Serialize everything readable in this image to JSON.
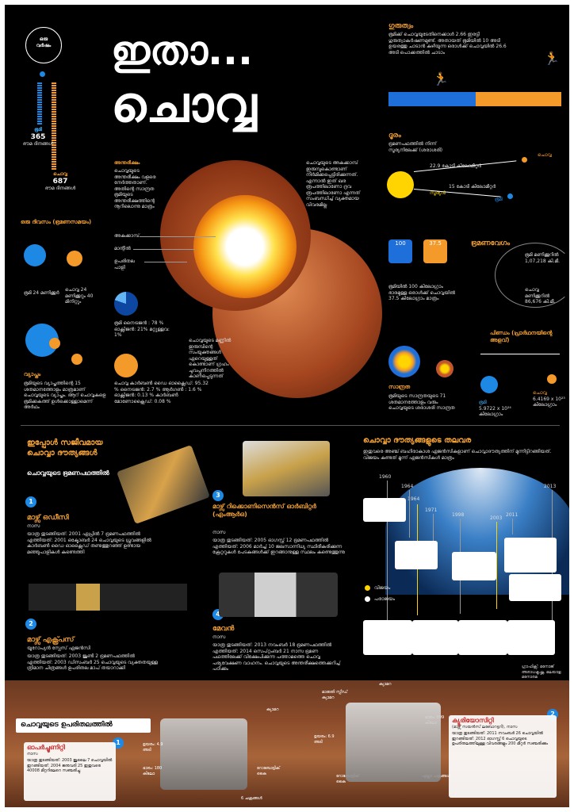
{
  "title": {
    "line1": "ഇതാ...",
    "line2": "ചൊവ്വ"
  },
  "orbit": {
    "one_year_label": "ഒരു വർഷം",
    "earth": {
      "name": "ഭൂമി",
      "days": "365",
      "unit": "ഭൗമ ദിനങ്ങൾ"
    },
    "mars": {
      "name": "ചൊവ്വ",
      "days": "687",
      "unit": "ഭൗമ ദിനങ്ങൾ"
    }
  },
  "day": {
    "heading": "ഒരു ദിവസം (ഭ്രമണസമയം)",
    "earth": "ഭൂമി 24 മണിക്കൂർ",
    "mars": "ചൊവ്വ 24 മണിക്കൂറും 40 മിനിറ്റും"
  },
  "composition": {
    "earth": "ഭൂമി നൈട്രജൻ : 78 % ഓക്സിജൻ: 21% മറ്റുള്ളവ: 1%",
    "mars": "ചൊവ്വ കാർബൺ ഡൈ ഓക്സൈഡ്: 95.32 % നൈട്രജൻ: 2.7 % ആർഗൺ : 1.6 % ഓക്സിജൻ: 0.13 % കാർബൺ മോണോക്സൈഡ്: 0.08 %"
  },
  "size": {
    "heading": "വ്യാപ്തം",
    "text": "ഭൂമിയുടെ വ്യാപ്തത്തിന്റെ 15 ശതമാനത്തോളം മാത്രമാണ് ചൊവ്വയുടെ വ്യാപ്തം. ആറ് ചൊവ്വകളെ ഭൂമിക്കകത്ത് ഉൾക്കൊള്ളാമെന്ന് അർഥം"
  },
  "structure": {
    "atmosphere_label": "അന്തരീക്ഷം",
    "atmosphere_text": "ചൊവ്വയുടെ അന്തരീക്ഷം വളരെ നേർത്തതാണ്. അതിന്റെ സാന്ദ്രത ഭൂമിയുടെ അന്തരീക്ഷത്തിന്റെ നൂറിലൊന്നു മാത്രം",
    "core_label": "അകക്കാമ്പ്",
    "mantle_label": "മാന്റിൽ",
    "crust_label": "ഉപരിതല പാളി",
    "core_text": "ചൊവ്വയുടെ അകക്കാമ്പ് ഇരുമ്പുകൊണ്ടാണ് നിർമിക്കപ്പെട്ടിരിക്കുന്നത്. എന്നാൽ ഇത് ഖര രൂപത്തിലാണോ ദ്രവ രൂപത്തിലാണോ എന്നത് സംബന്ധിച്ച് വ്യക്തമായ വിവരമില്ല",
    "surface_text": "ചൊവ്വയുടെ മണ്ണിൽ ഇരുമ്പിന്റെ സംയുക്തങ്ങൾ ഏറെയുള്ളത് കൊണ്ടാണ് ഗ്രഹം ചുവപ്പുനിറത്തിൽ കാണപ്പെടുന്നത്"
  },
  "gravity": {
    "heading": "ഗുരുത്വം",
    "text": "ഭൂമിക്ക് ചൊവ്വയുടേതിനെക്കാൾ 2.66 ഇരട്ടി ഗുരുത്വാകർഷണമുണ്ട്. അതായത് ഭൂമിയിൽ 10 അടി ഉയരത്തു ചാടാൻ കഴിയുന്ന ഒരാൾക്ക് ചൊവ്വയിൽ 26.6 അടി പൊക്കത്തിൽ ചാടാം"
  },
  "distance": {
    "heading": "ദൂരം",
    "sub": "ഭ്രമണപഥത്തിൽ നിന്ന് സൂര്യനിലേക്ക് (ശരാശരി)",
    "mars_km": "22.9 കോടി കിലോമീറ്റർ",
    "earth_km": "15 കോടി കിലോമീറ്റർ",
    "mars": "ചൊവ്വ",
    "sun": "സൂര്യൻ",
    "earth": "ഭൂമി"
  },
  "weight": {
    "earth_val": "100",
    "mars_val": "37.5",
    "text": "ഭൂമിയിൽ 100 കിലോഗ്രാം ഭാരമുള്ള ഒരാൾക്ക് ചൊവ്വയിൽ 37.5 കിലോഗ്രാം മാത്രം"
  },
  "speed": {
    "heading": "ഭ്രമണവേഗം",
    "earth": "ഭൂമി മണിക്കൂറിൽ 1,07,218 കി.മീ.",
    "mars": "ചൊവ്വ മണിക്കൂറിൽ 86,676 കി.മീ."
  },
  "density": {
    "heading": "സാന്ദ്രത",
    "text": "ഭൂമിയുടെ സാന്ദ്രതയുടെ 71 ശതമാനത്തോളം വരും ചൊവ്വയുടെ ശരാശരി സാന്ദ്രത"
  },
  "mass": {
    "heading": "പിണ്ഡം (പ്രാർഥനയിന്റെ അളവ്)",
    "earth_name": "ഭൂമി",
    "earth_val": "5.9722 x 10²⁴ കിലോഗ്രാം",
    "mars_name": "ചൊവ്വ",
    "mars_val": "6.4169 x 10²³ കിലോഗ്രാം"
  },
  "active": {
    "heading": "ഇപ്പോൾ സജീവമായ ചൊവ്വാ ദൗത്യങ്ങൾ",
    "orbit_heading": "ചൊവ്വയുടെ ഭ്രമണപഥത്തിൽ",
    "missions": [
      {
        "num": "1",
        "name": "മാഴ്സ് ഒഡീസി",
        "agency": "നാസ",
        "text": "യാത്ര തുടങ്ങിയത്: 2001 ഏപ്രിൽ 7 ഭ്രമണപഥത്തിൽ എത്തിയത്: 2001 ഒക്ടോബർ 24 ചൊവ്വയുടെ ധ്രുവങ്ങളിൽ കാർബൺ ഡൈ ഓക്സൈഡ് തണുത്തുറഞ്ഞ് ഉണ്ടായ മഞ്ഞുപാളികൾ കണ്ടെത്തി"
      },
      {
        "num": "2",
        "name": "മാഴ്സ് എക്സ്പ്രസ്",
        "agency": "യൂറോപ്യൻ സ്പേസ് ഏജൻസി",
        "text": "യാത്ര തുടങ്ങിയത്: 2003 ജൂൺ 2 ഭ്രമണപഥത്തിൽ എത്തിയത്: 2003 ഡിസംബർ 25 ചൊവ്വയുടെ വ്യക്തതയുള്ള ത്രിമാന ചിത്രങ്ങൾ ഉപരിതല മാപ് തയാറാക്കി"
      },
      {
        "num": "3",
        "name": "മാഴ്സ് റിക്കൊണിസെൻസ് ഓർബിറ്റർ (എംആർഒ)",
        "agency": "നാസ",
        "text": "യാത്ര തുടങ്ങിയത്: 2005 ഓഗസ്റ്റ് 12 ഭ്രമണപഥത്തിൽ എത്തിയത്: 2006 മാർച്ച് 10 ജലസാന്നിധ്യ സ്ഥിരീകരിക്കുന്ന ക്രേറ്ററുകൾ പേടകങ്ങൾക്ക് ഇറങ്ങാനുള്ള സ്ഥലം കണ്ടെത്തുന്നു"
      },
      {
        "num": "4",
        "name": "മേവൻ",
        "agency": "നാസ",
        "text": "യാത്ര തുടങ്ങിയത്: 2013 നവംബർ 18 ഭ്രമണപഥത്തിൽ എത്തിയത്: 2014 സെപ്റ്റംബർ 21 നാസ ഭ്രമണ പഥത്തിലേക്ക് വിക്ഷേപിക്കുന്ന പത്താമത്തെ ചൊവ്വ പര്യവേക്ഷണ വാഹനം. ചൊവ്വയുടെ അന്തരീക്ഷത്തെക്കുറിച്ച് പഠിക്കും"
      }
    ]
  },
  "timeline": {
    "heading": "ചൊവ്വാ ദൗത്യങ്ങളുടെ തലവര",
    "intro": "ഇതുവരെ അഞ്ച് ബഹിരാകാശ ഏജൻസികളാണ് ചൊവ്വാദൗത്യത്തിന് മുന്നിട്ടിറങ്ങിയത്. വിജയം കണ്ടത് മൂന്ന് ഏജൻസികൾ മാത്രം",
    "years": [
      "1960",
      "1964",
      "1964",
      "1971",
      "1998",
      "2003",
      "2011",
      "2013"
    ],
    "success": "വിജയം",
    "failure": "പരാജയം",
    "credit": "ഗ്രാഫിക്സ്: മനോജ് അരാധകൃഷ്ണ, മലയാള മനോരമ"
  },
  "surface": {
    "heading": "ചൊവ്വയുടെ ഉപരിതലത്തിൽ",
    "rover1": {
      "num": "1",
      "name": "ഓപർച്ചൂണിറ്റി",
      "agency": "നാസ",
      "text": "യാത്ര തുടങ്ങിയത്: 2003 ജൂലൈ 7 ചൊവ്വയിൽ ഇറങ്ങിയത്: 2004 ജനുവരി 25 ഇതുവരെ 40008 മീറ്ററിലേറെ സഞ്ചരിച്ചു"
    },
    "rover2": {
      "num": "2",
      "name": "ക്യൂരിയോസിറ്റി",
      "agency": "(മാഴ്സ് സയൻസ് ലബോറട്ടറി), നാസ",
      "text": "യാത്ര തുടങ്ങിയത്: 2011 നവംബർ 26 ചൊവ്വയിൽ ഇറങ്ങിയത്: 2012 ഓഗസ്റ്റ് 6 ചൊവ്വയുടെ ഉപരിതലത്തിലുള്ള വിവരങ്ങളും 200 മീറ്റർ സഞ്ചരിക്കും"
    },
    "labels": {
      "camera": "ക്യാമറ",
      "camera2": "ക്യാമറ",
      "mast": "മാരുതി സ്പീഡ് ക്യാമറ",
      "height1": "ഉയരം: 4.9 അടി",
      "weight1": "ഭാരം: 180 കിലോ",
      "robot_arm": "റോബോട്ടിക് കൈ",
      "wheels": "6 ചക്രങ്ങൾ",
      "height2": "ഉയരം: 6.9 അടി",
      "weight2": "ഭാരം: 899 കിലോ",
      "robot_arm2": "റോബോട്ടിക് കൈ",
      "wheels2": "എല്ലാ ചക്രങ്ങൾ"
    }
  },
  "colors": {
    "orange": "#f39a2b",
    "blue": "#1e88e5",
    "mars": "#c1562b"
  }
}
